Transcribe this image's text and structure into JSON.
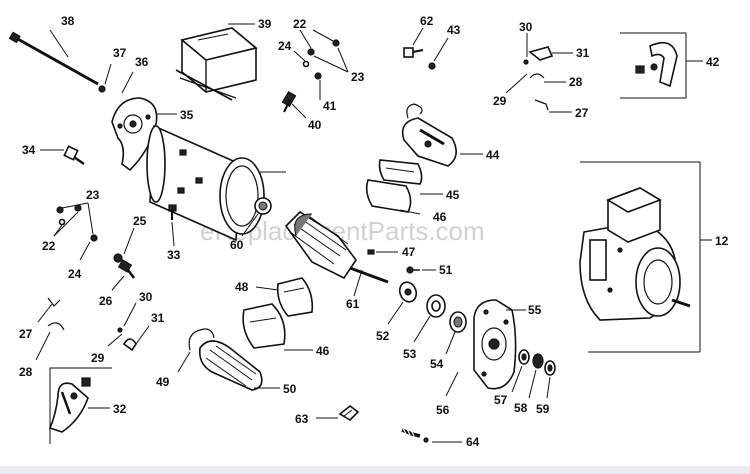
{
  "watermark": "eReplacementParts.com",
  "labels": {
    "l38": "38",
    "l37": "37",
    "l36": "36",
    "l39": "39",
    "l22a": "22",
    "l23a": "23",
    "l24a": "24",
    "l41": "41",
    "l40": "40",
    "l62": "62",
    "l43": "43",
    "l30a": "30",
    "l31a": "31",
    "l28a": "28",
    "l29a": "29",
    "l27a": "27",
    "l42": "42",
    "l35": "35",
    "l34": "34",
    "l44": "44",
    "l45": "45",
    "l46a": "46",
    "l12": "12",
    "l23b": "23",
    "l22b": "22",
    "l24b": "24",
    "l25": "25",
    "l33": "33",
    "l60": "60",
    "l47": "47",
    "l51": "51",
    "l26": "26",
    "l48": "48",
    "l61": "61",
    "l55": "55",
    "l30b": "30",
    "l31b": "31",
    "l27b": "27",
    "l52": "52",
    "l53": "53",
    "l54": "54",
    "l28b": "28",
    "l29b": "29",
    "l46b": "46",
    "l49": "49",
    "l50": "50",
    "l57": "57",
    "l58": "58",
    "l59": "59",
    "l56": "56",
    "l32": "32",
    "l63": "63",
    "l64": "64"
  }
}
